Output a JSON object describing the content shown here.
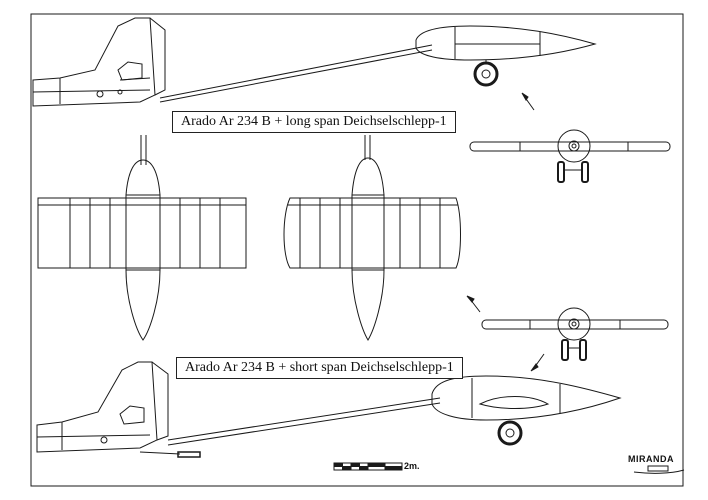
{
  "captions": {
    "long_span": "Arado Ar 234 B + long span Deichselschlepp-1",
    "short_span": "Arado Ar 234 B + short span Deichselschlepp-1"
  },
  "scale_bar": {
    "label": "2m."
  },
  "signature": {
    "text": "MIRANDA"
  },
  "colors": {
    "ink": "#1a1a1a",
    "paper": "#ffffff"
  }
}
